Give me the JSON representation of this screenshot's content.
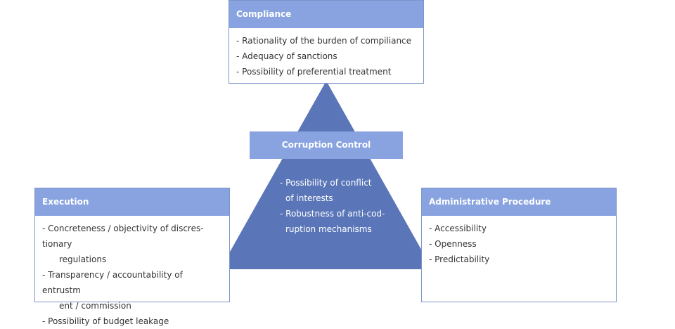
{
  "compliance": {
    "title": "Compliance",
    "items": [
      "- Rationality of the burden of compiliance",
      "- Adequacy of sanctions",
      "- Possibility of preferential treatment"
    ]
  },
  "center": {
    "title": "Corruption Control",
    "items": [
      [
        "- Possibility of conflict",
        "of interests"
      ],
      [
        "- Robustness of anti-cod-",
        "ruption mechanisms"
      ]
    ]
  },
  "execution": {
    "title": "Execution",
    "items": [
      [
        "- Concreteness / objectivity of discres-tionary",
        "regulations"
      ],
      [
        "- Transparency / accountability of entrustm",
        "ent / commission"
      ],
      [
        "- Possibility of budget leakage"
      ]
    ]
  },
  "admin": {
    "title": "Administrative Procedure",
    "items": [
      "- Accessibility",
      "- Openness",
      "- Predictability"
    ]
  },
  "colors": {
    "triangle": "#5a76b8",
    "header": "#88a3e0",
    "border": "#7b95c8"
  }
}
